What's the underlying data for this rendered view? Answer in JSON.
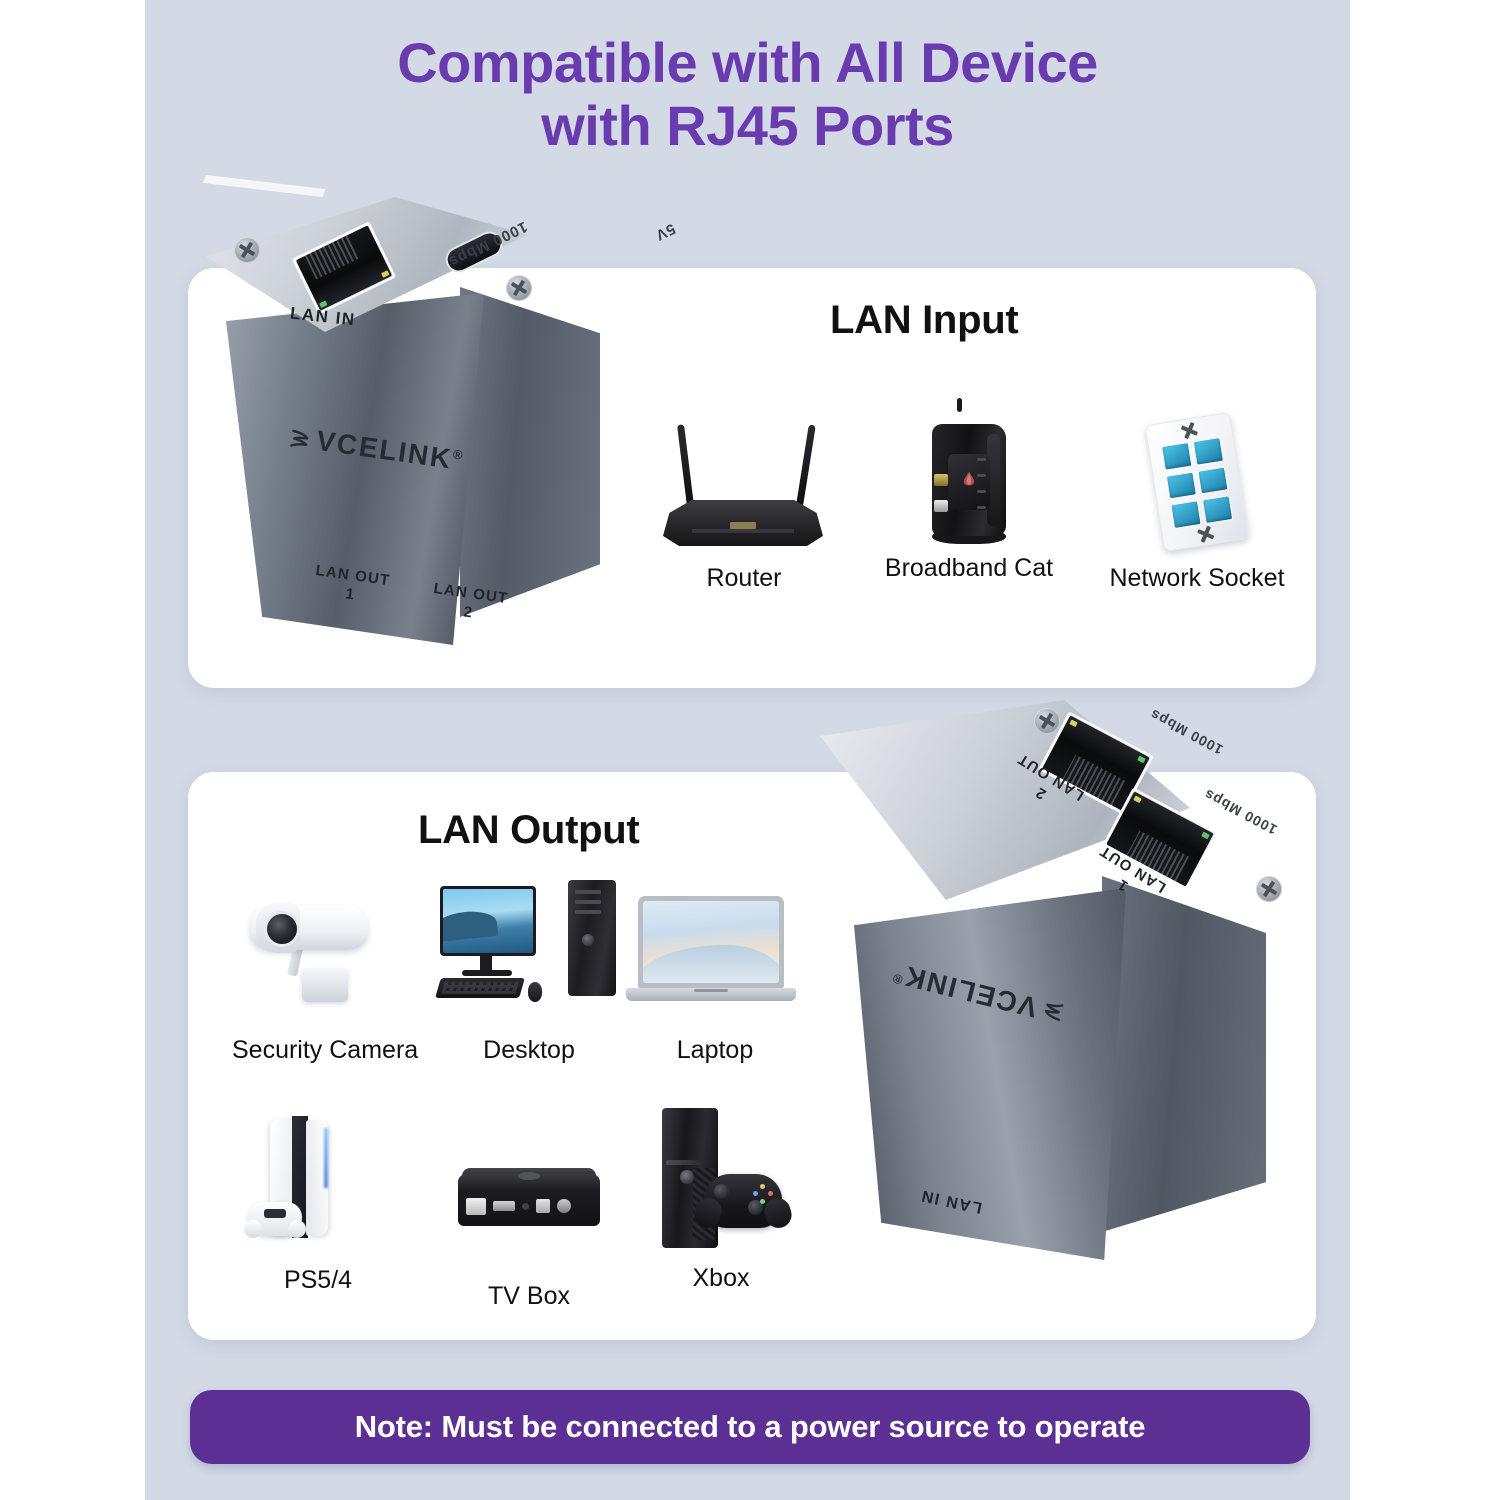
{
  "colors": {
    "background": "#d3dae6",
    "title_purple": "#6a3aaf",
    "note_purple": "#5b2f93",
    "card_white": "#ffffff",
    "jack_blue": "#2a93bf"
  },
  "header": {
    "title_line1": "Compatible with All Device",
    "title_line2": "with RJ45 Ports"
  },
  "sections": {
    "input": {
      "heading": "LAN Input",
      "devices": [
        {
          "label": "Router",
          "icon": "router-icon"
        },
        {
          "label": "Broadband Cat",
          "icon": "modem-icon"
        },
        {
          "label": "Network Socket",
          "icon": "wall-socket-icon"
        }
      ]
    },
    "output": {
      "heading": "LAN Output",
      "devices": [
        {
          "label": "Security Camera",
          "icon": "security-camera-icon"
        },
        {
          "label": "Desktop",
          "icon": "desktop-computer-icon"
        },
        {
          "label": "Laptop",
          "icon": "laptop-icon"
        },
        {
          "label": "PS5/4",
          "icon": "playstation-icon"
        },
        {
          "label": "TV Box",
          "icon": "tv-box-icon"
        },
        {
          "label": "Xbox",
          "icon": "xbox-icon"
        }
      ]
    }
  },
  "product": {
    "brand": "VCELINK",
    "brand_mark": "®",
    "top_unit": {
      "speed_label": "1000 Mbps",
      "power_label": "5V",
      "lan_in_label": "LAN IN",
      "lan_out_1_label": "LAN OUT",
      "lan_out_1_num": "1",
      "lan_out_2_label": "LAN OUT",
      "lan_out_2_num": "2"
    },
    "bottom_unit": {
      "speed_label_1": "1000 Mbps",
      "speed_label_2": "1000 Mbps",
      "lan_out_1_label": "LAN OUT",
      "lan_out_1_num": "1",
      "lan_out_2_label": "LAN OUT",
      "lan_out_2_num": "2",
      "lan_in_label": "LAN IN"
    }
  },
  "note": {
    "text": "Note: Must be connected to a power source to operate"
  }
}
